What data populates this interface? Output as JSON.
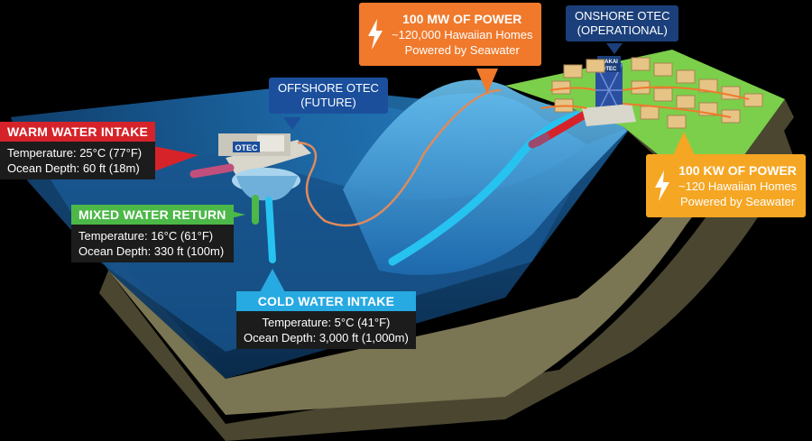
{
  "warm": {
    "title": "WARM WATER INTAKE",
    "line1": "Temperature: 25°C (77°F)",
    "line2": "Ocean Depth: 60 ft (18m)",
    "color": "#d6232a"
  },
  "mixed": {
    "title": "MIXED WATER RETURN",
    "line1": "Temperature: 16°C (61°F)",
    "line2": "Ocean Depth: 330 ft (100m)",
    "color": "#4cb848"
  },
  "cold": {
    "title": "COLD WATER INTAKE",
    "line1": "Temperature: 5°C (41°F)",
    "line2": "Ocean Depth: 3,000 ft (1,000m)",
    "color": "#27a9e1"
  },
  "offshore": {
    "line1": "OFFSHORE OTEC",
    "line2": "(FUTURE)",
    "color": "#1b4f9c"
  },
  "onshore": {
    "line1": "ONSHORE OTEC",
    "line2": "(OPERATIONAL)",
    "color": "#1b3f7a"
  },
  "power_big": {
    "line1": "100 MW OF POWER",
    "line2": "~120,000 Hawaiian Homes",
    "line3": "Powered by Seawater",
    "color": "#f0792b"
  },
  "power_small": {
    "line1": "100 KW OF POWER",
    "line2": "~120 Hawaiian Homes",
    "line3": "Powered by Seawater",
    "color": "#f5a623"
  },
  "labels": {
    "platform": "OTEC",
    "tower_line1": "MAKAI",
    "tower_line2": "OTEC"
  }
}
